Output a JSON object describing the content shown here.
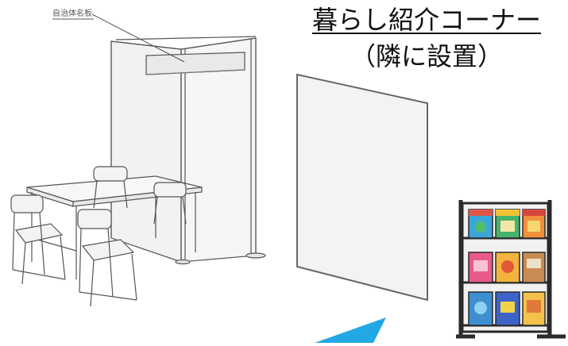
{
  "callout": {
    "text": "自治体名板"
  },
  "corner": {
    "title": "暮らし紹介コーナー",
    "subtitle": "（隣に設置）"
  }
}
